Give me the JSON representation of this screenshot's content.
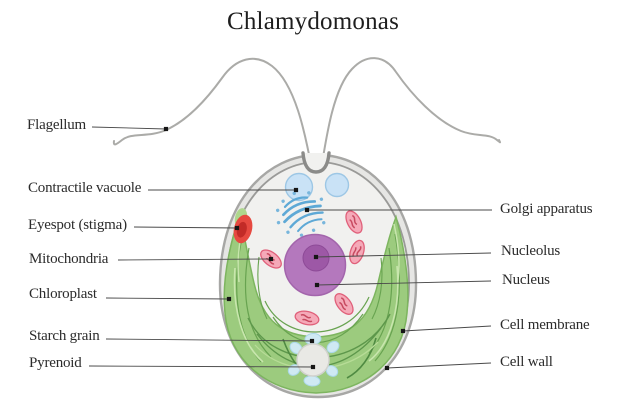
{
  "title": "Chlamydomonas",
  "diagram": {
    "subject": "Chlamydomonas cell anatomy",
    "labels": {
      "left": [
        {
          "text": "Flagellum"
        },
        {
          "text": "Contractile vacuole"
        },
        {
          "text": "Eyespot (stigma)"
        },
        {
          "text": "Mitochondria"
        },
        {
          "text": "Chloroplast"
        },
        {
          "text": "Starch grain"
        },
        {
          "text": "Pyrenoid"
        }
      ],
      "right": [
        {
          "text": "Golgi apparatus"
        },
        {
          "text": "Nucleolus"
        },
        {
          "text": "Nucleus"
        },
        {
          "text": "Cell membrane"
        },
        {
          "text": "Cell wall"
        }
      ]
    },
    "colors": {
      "chloroplast": "#9ccb7e",
      "chloroplast_stroke": "#7db55f",
      "nucleus": "#b478bd",
      "nucleolus": "#9d58a6",
      "vacuole": "#c9e2f6",
      "golgi": "#5ea9d6",
      "eyespot": "#e64940",
      "eyespot_center": "#c22b27",
      "mitochondrion": "#f5a9b8",
      "mitochondrion_stroke": "#e0607a",
      "starch": "#cfe9f3",
      "pyrenoid": "#e9e9e5",
      "cell_wall_band": "#e6e6e4",
      "cytoplasm": "#f1f1ef",
      "flagella": "#ababa8"
    }
  }
}
